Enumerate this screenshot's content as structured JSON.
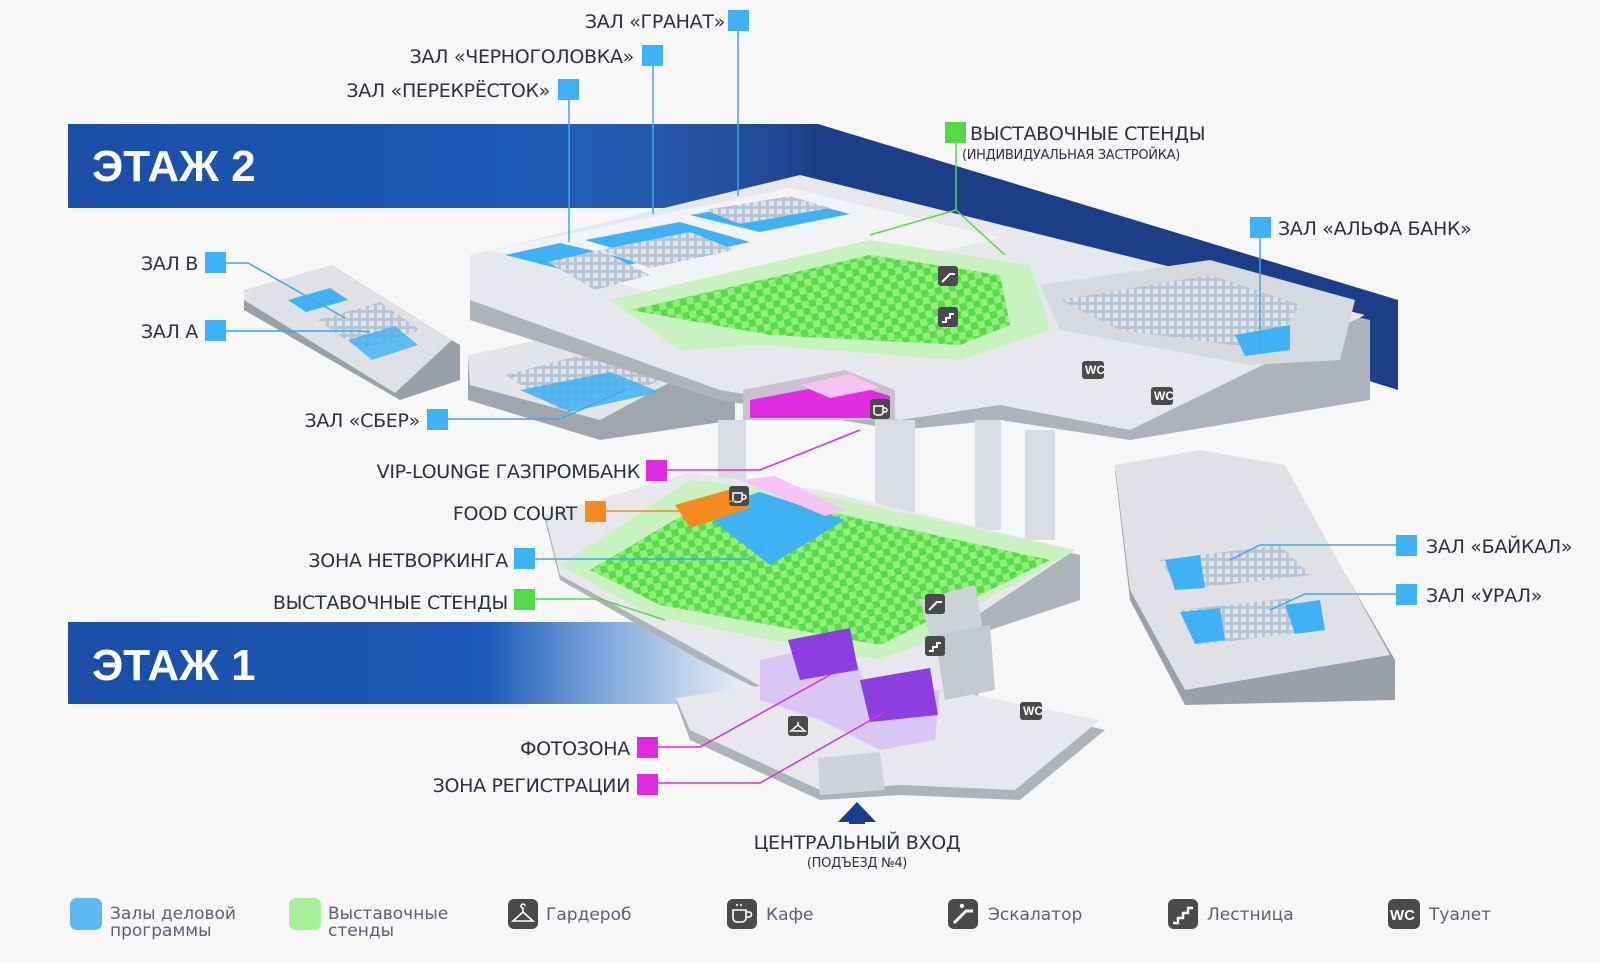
{
  "floors": {
    "floor2": "ЭТАЖ 2",
    "floor1": "ЭТАЖ 1"
  },
  "labels": {
    "granat": "ЗАЛ «ГРАНАТ»",
    "chernogolovka": "ЗАЛ «ЧЕРНОГОЛОВКА»",
    "perekrestok": "ЗАЛ «ПЕРЕКРЁСТОК»",
    "stands2": "ВЫСТАВОЧНЫЕ СТЕНДЫ",
    "stands2_sub": "(ИНДИВИДУАЛЬНАЯ ЗАСТРОЙКА)",
    "alfa": "ЗАЛ «АЛЬФА БАНК»",
    "hall_b": "ЗАЛ В",
    "hall_a": "ЗАЛ А",
    "sber": "ЗАЛ «СБЕР»",
    "vip": "VIP-LOUNGE ГАЗПРОМБАНК",
    "food": "FOOD COURT",
    "networking": "ЗОНА НЕТВОРКИНГА",
    "stands1": "ВЫСТАВОЧНЫЕ СТЕНДЫ",
    "baikal": "ЗАЛ «БАЙКАЛ»",
    "ural": "ЗАЛ «УРАЛ»",
    "photo": "ФОТОЗОНА",
    "registration": "ЗОНА РЕГИСТРАЦИИ",
    "entrance": "ЦЕНТРАЛЬНЫЙ ВХОД",
    "entrance_sub": "(ПОДЪЕЗД №4)"
  },
  "legend": {
    "halls_1": "Залы деловой",
    "halls_2": "программы",
    "stands_1": "Выставочные",
    "stands_2": "стенды",
    "cloakroom": "Гардероб",
    "cafe": "Кафе",
    "escalator": "Эскалатор",
    "stairs": "Лестница",
    "toilet": "Туалет"
  },
  "icons": {
    "wc": "WC"
  },
  "colors": {
    "hall": "#3fb2f5",
    "stand": "#55d94a",
    "vip": "#e02be0",
    "food": "#f58a1e",
    "banner": "#1d4fa3",
    "leader_blue": "#3aa9ec"
  }
}
